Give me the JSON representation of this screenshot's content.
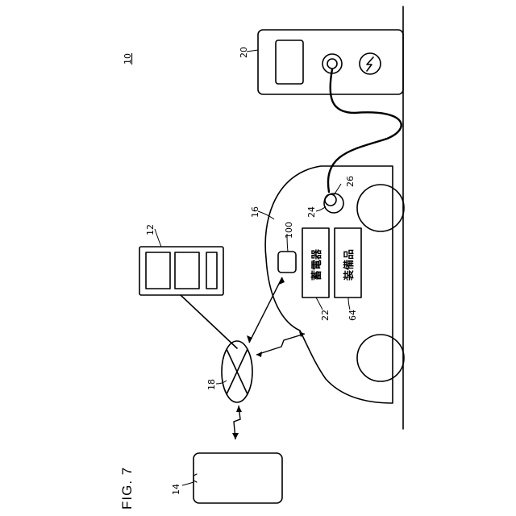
{
  "figure": {
    "title": "FIG. 7",
    "system_ref": "10"
  },
  "components": {
    "server_ref": "12",
    "phone_ref": "14",
    "vehicle_ref": "16",
    "network_ref": "18",
    "charger_ref": "20",
    "battery_ref": "22",
    "battery_label": "蓄電器",
    "equipment_ref": "64",
    "equipment_label": "装備品",
    "inlet_ref": "24",
    "plug_ref": "26",
    "onboard_unit_ref": "100"
  }
}
